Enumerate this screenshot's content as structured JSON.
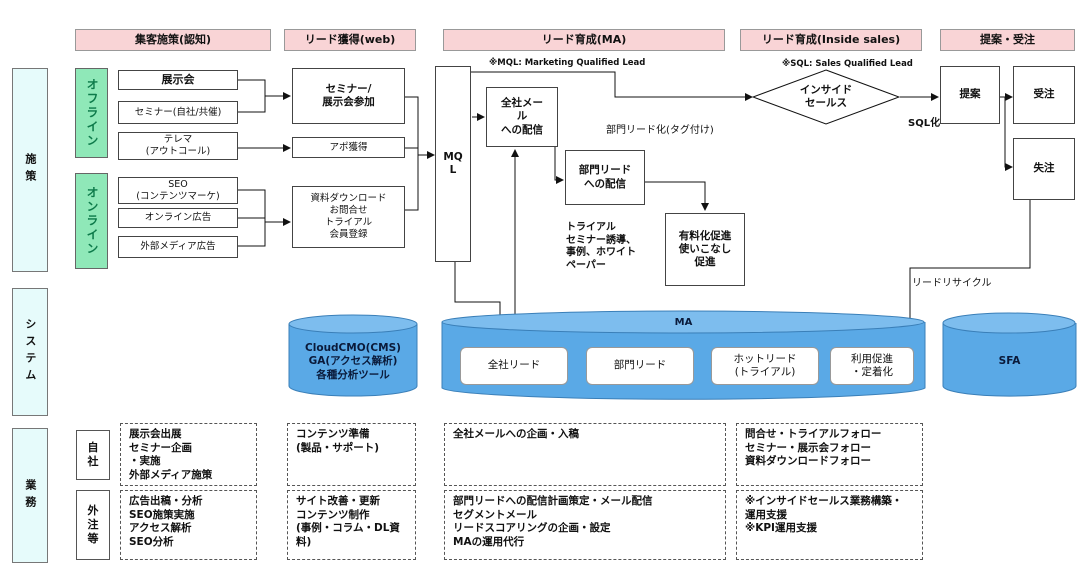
{
  "phases": {
    "awareness": "集客施策(認知)",
    "lead_web": "リード獲得(web)",
    "nurture_ma": "リード育成(MA)",
    "nurture_is": "リード育成(Inside sales)",
    "proposal": "提案・受注"
  },
  "side_labels": {
    "measures": "施策",
    "system": "システム",
    "operations": "業務"
  },
  "channels": {
    "offline": "オフライン",
    "online": "オンライン"
  },
  "offline_items": [
    "展示会",
    "セミナー(自社/共催)",
    "テレマ\n(アウトコール)"
  ],
  "online_items": [
    "SEO\n(コンテンツマーケ)",
    "オンライン広告",
    "外部メディア広告"
  ],
  "lead_web": {
    "seminar": "セミナー/\n展示会参加",
    "appointment": "アポ獲得",
    "docs": "資料ダウンロード\nお問合せ\nトライアル\n会員登録"
  },
  "mql": "MQ\nL",
  "notes": {
    "mql": "※MQL: Marketing Qualified Lead",
    "sql": "※SQL: Sales Qualified Lead"
  },
  "ma_flow": {
    "company_mail": "全社メー\nル\nへの配信",
    "dept_tag": "部門リード化(タグ付け)",
    "dept_mail": "部門リード\nへの配信",
    "trial_text": "トライアル\nセミナー誘導、\n事例、ホワイト\nペーパー",
    "paid": "有料化促進\n使いこなし\n促進"
  },
  "inside_sales": "インサイド\nセールス",
  "sql_label": "SQL化",
  "proposal": {
    "propose": "提案",
    "won": "受注",
    "lost": "失注"
  },
  "recycle": "リードリサイクル",
  "systems": {
    "cms": "CloudCMO(CMS)\nGA(アクセス解析)\n各種分析ツール",
    "ma": "MA",
    "sfa": "SFA",
    "ma_items": [
      "全社リード",
      "部門リード",
      "ホットリード\n(トライアル)",
      "利用促進\n・定着化"
    ]
  },
  "ops": {
    "inhouse": "自\n社",
    "outsource": "外\n注\n等",
    "awareness_inhouse": "展示会出展\nセミナー企画\n・実施\n外部メディア施策",
    "awareness_outsource": "広告出稿・分析\nSEO施策実施\nアクセス解析\nSEO分析",
    "web_inhouse": "コンテンツ準備\n(製品・サポート)",
    "web_outsource": "サイト改善・更新\nコンテンツ制作\n(事例・コラム・DL資\n料)",
    "ma_inhouse": "全社メールへの企画・入稿",
    "ma_outsource": "部門リードへの配信計画策定・メール配信\nセグメントメール\nリードスコアリングの企画・設定\nMAの運用代行",
    "is_inhouse": "問合せ・トライアルフォロー\nセミナー・展示会フォロー\n資料ダウンロードフォロー",
    "is_outsource": "※インサイドセールス業務構築・\n運用支援\n※KPI運用支援"
  },
  "colors": {
    "phase_bg": "#f9d4d6",
    "side_bg": "#e6fbfb",
    "channel_bg": "#8fe8b8",
    "cylinder": "#5aa9e6"
  }
}
